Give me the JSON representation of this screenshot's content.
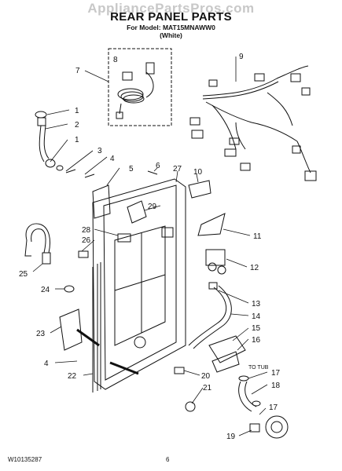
{
  "watermark": "AppliancePartsPros.com",
  "header": {
    "title": "REAR PANEL PARTS",
    "model_line": "For Model: MAT15MNAWW0",
    "variant": "(White)"
  },
  "diagram": {
    "to_tub_label": "TO TUB",
    "callouts": [
      "1",
      "2",
      "1",
      "3",
      "4",
      "5",
      "6",
      "27",
      "10",
      "7",
      "8",
      "9",
      "29",
      "28",
      "26",
      "11",
      "12",
      "25",
      "24",
      "13",
      "14",
      "15",
      "16",
      "23",
      "4",
      "22",
      "20",
      "21",
      "17",
      "18",
      "17",
      "19"
    ]
  },
  "footer": {
    "part_number": "W10135287",
    "page": "6"
  }
}
